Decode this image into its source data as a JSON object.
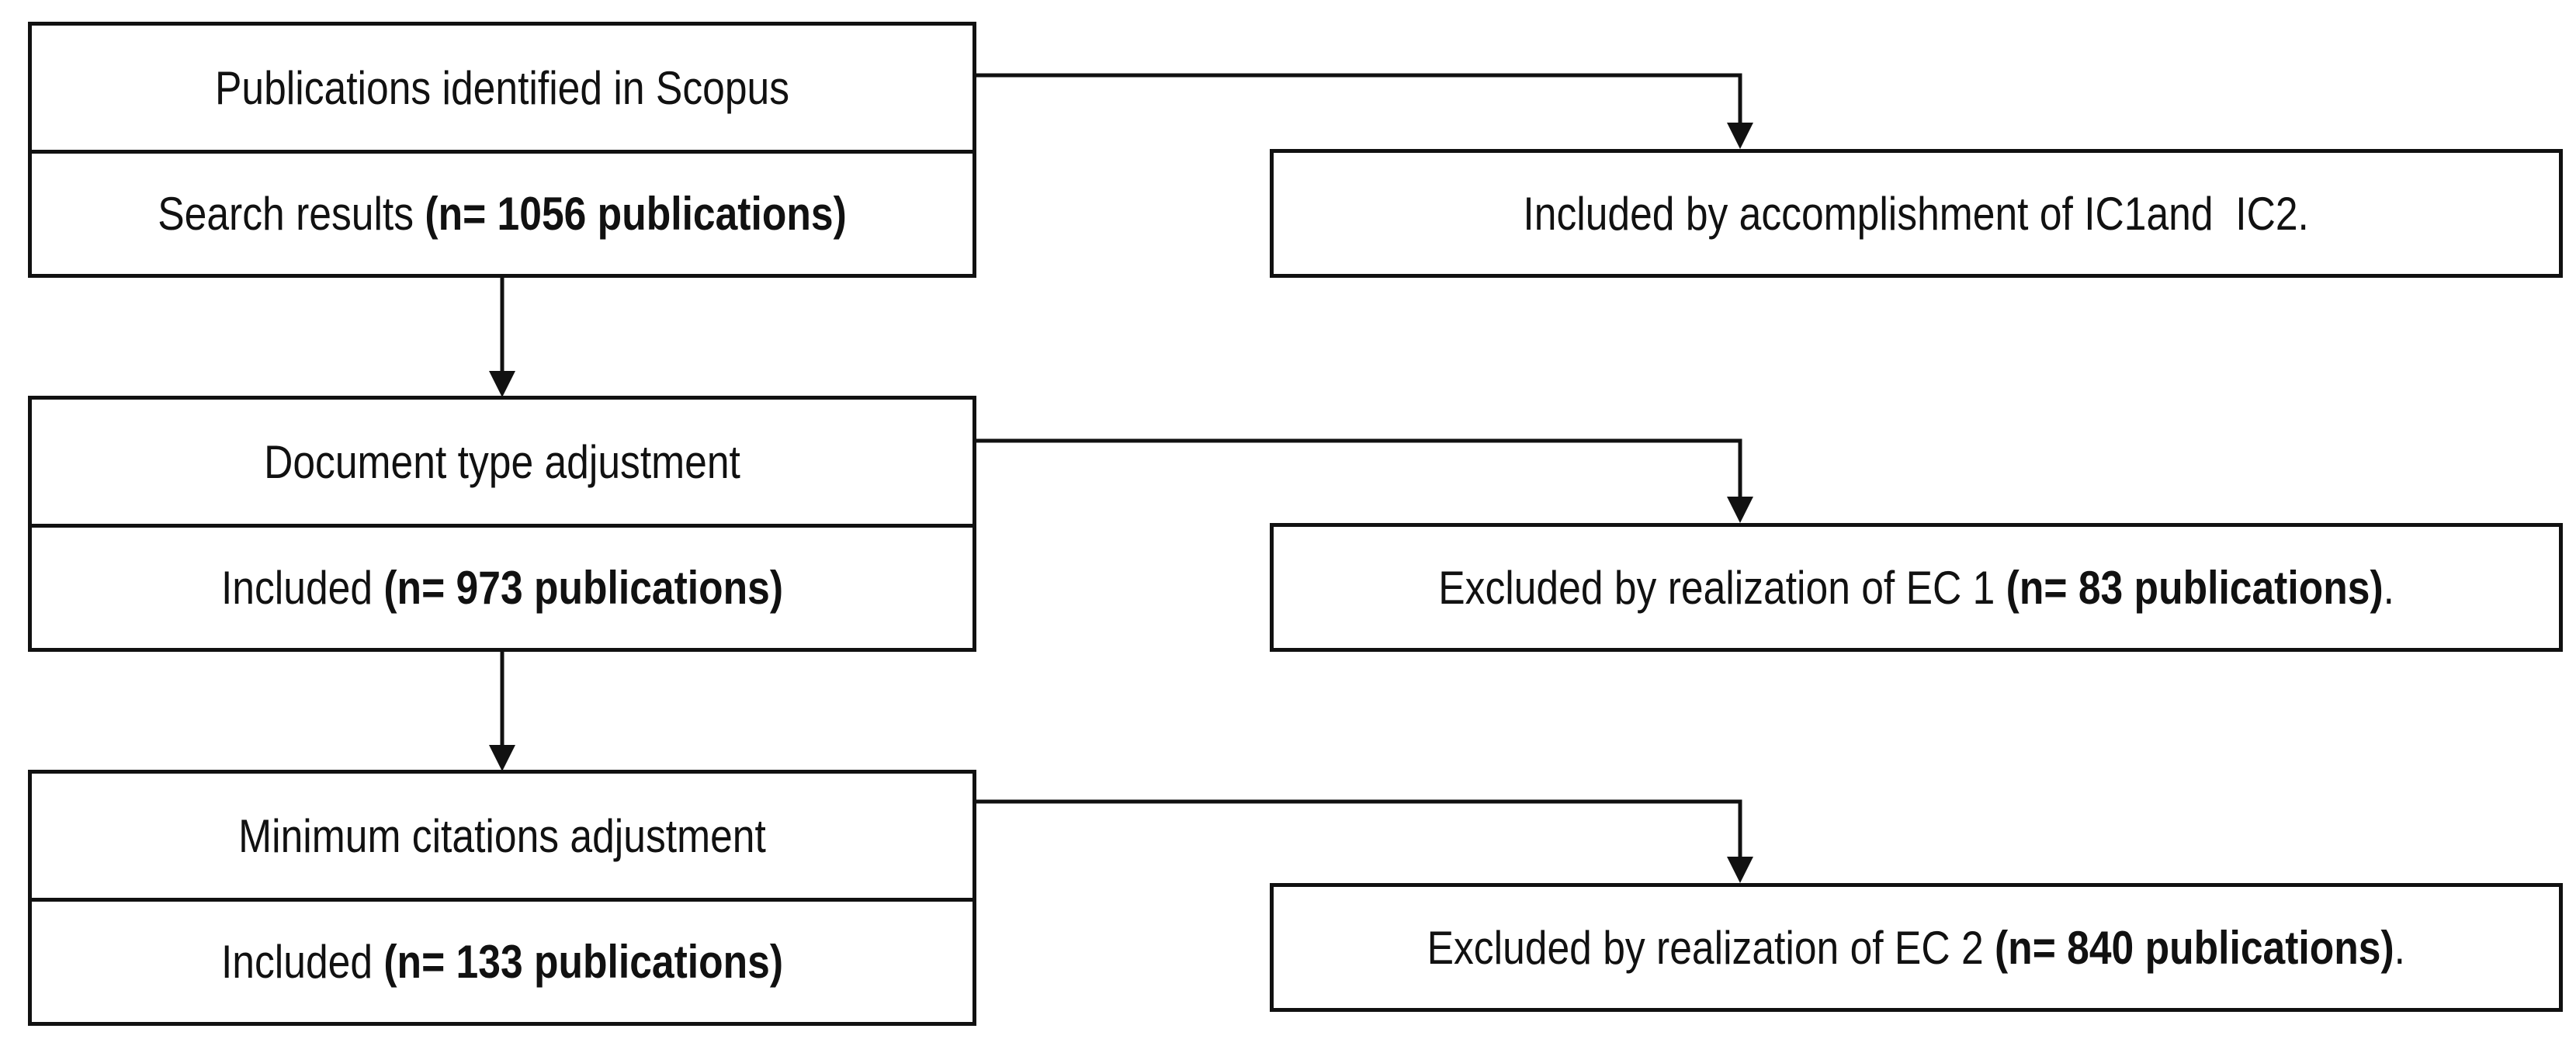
{
  "stages": [
    {
      "heading": "Publications identified in Scopus",
      "body_prefix": "Search results ",
      "body_count": "(n= 1056 publications)"
    },
    {
      "heading": "Document type adjustment",
      "body_prefix": "Included ",
      "body_count": "(n= 973 publications)"
    },
    {
      "heading": "Minimum citations adjustment",
      "body_prefix": "Included ",
      "body_count": "(n= 133 publications)"
    }
  ],
  "outcomes": [
    {
      "text": "Included by accomplishment of IC1and  IC2."
    },
    {
      "prefix": "Excluded by realization of EC 1 ",
      "count": "(n= 83 publications)",
      "suffix": "."
    },
    {
      "prefix": "Excluded by realization of EC 2 ",
      "count": "(n= 840 publications)",
      "suffix": "."
    }
  ],
  "colors": {
    "line": "#111111",
    "background": "#ffffff"
  }
}
